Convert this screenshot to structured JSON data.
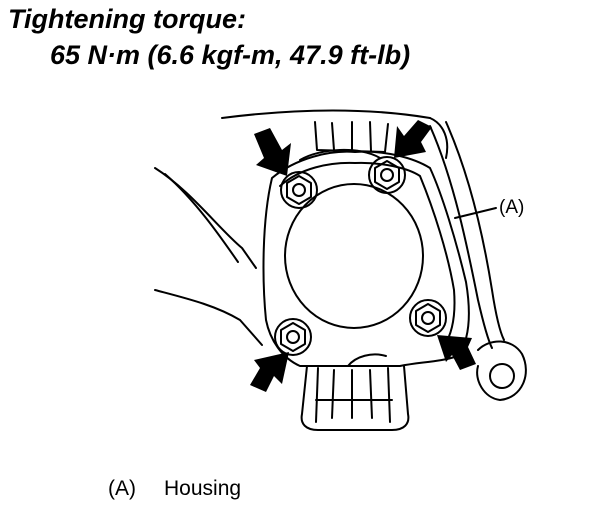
{
  "header": {
    "title": "Tightening torque:",
    "torque_spec": "65 N·m (6.6 kgf-m, 47.9 ft-lb)"
  },
  "callout": {
    "label": "(A)"
  },
  "legend": {
    "items": [
      {
        "key": "(A)",
        "label": "Housing"
      }
    ]
  },
  "colors": {
    "ink": "#000000",
    "paper": "#ffffff"
  }
}
